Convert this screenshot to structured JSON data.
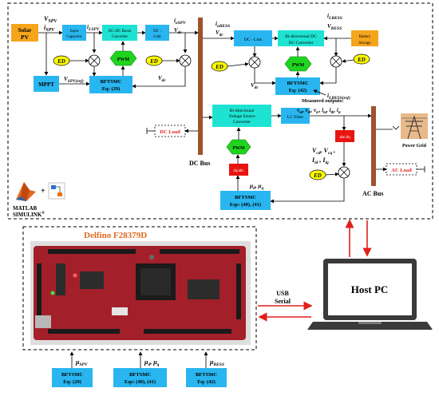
{
  "sources": {
    "solar": [
      "Solar",
      "PV"
    ],
    "mppt": "MPPT",
    "battery": [
      "Battery",
      "Storage"
    ],
    "grid": "Power Grid"
  },
  "blocks": {
    "input_cap": [
      "Input",
      "Capacitor"
    ],
    "dcdc_boost": [
      "DC-DC Boost",
      "Converter"
    ],
    "dclink_pv": [
      "DC -",
      "Link"
    ],
    "dclink_bess": "DC - Link",
    "bidir_dcdc": [
      "Bi-directional DC",
      "DC Converter"
    ],
    "vsc": [
      "Bi-directional",
      "Voltage Source",
      "Converter"
    ],
    "lc_filter": "LC Filter",
    "abc_dq": "abc/dq",
    "dq_abc": "dq/abc"
  },
  "controllers": {
    "pv": [
      "BFTSMC",
      "Eq: (29)"
    ],
    "bess": [
      "BFTSMC",
      "Eq: (42)"
    ],
    "grid": [
      "BFTSMC",
      "Eqs: (40), (41)"
    ]
  },
  "pwm": "PWM",
  "ed": "ED",
  "loads": {
    "dc": "DC Load",
    "ac": "AC Load"
  },
  "buses": {
    "dc": "DC Bus",
    "ac": "AC Bus"
  },
  "signals": {
    "vspv": "V",
    "vspv_sub": "SPV",
    "ispv": "i",
    "ispv_sub": "SPV",
    "ilspv": "i",
    "ilspv_sub": "LSPV",
    "iospv": "i",
    "iospv_sub": "oSPV",
    "vdc": "V",
    "vdc_sub": "dc",
    "vref": "V",
    "vref_sub": "SPV(ref)",
    "iobess": "i",
    "iobess_sub": "oBESS",
    "ilbess": "i",
    "ilbess_sub": "LBESS",
    "vbess": "V",
    "vbess_sub": "BESS",
    "ilbessref": "i",
    "ilbessref_sub": "LBESS(ref)",
    "measured": "Measured outputs:",
    "vcd_vcq": "V",
    "id_iq": "I",
    "mu_dq": "μ",
    "plus": "+"
  },
  "toolbox": {
    "line1": "MATLAB",
    "line2": "SIMULINK",
    "reg": "®",
    "plus": "+"
  },
  "board": {
    "title": "Delfino F28379D"
  },
  "link": {
    "line1": "USB",
    "line2": "Serial"
  },
  "host": {
    "label": "Host PC"
  },
  "bottom": [
    {
      "mu": "μ",
      "mu_sub": "SPV",
      "line1": "BFTSMC",
      "line2": "Eq: (29)"
    },
    {
      "mu": "μ",
      "mu_sub": "d",
      "line1": "BFTSMC",
      "line2": "Eqs: (40), (41)"
    },
    {
      "mu": "μ",
      "mu_sub": "BESS",
      "line1": "BFTSMC",
      "line2": "Eq: (42)"
    }
  ],
  "colors": {
    "block_blue": "#29b6f0",
    "block_teal": "#1ee3d2",
    "pwm_green": "#1fd41f",
    "ed_yellow": "#ffff00",
    "orange": "#f5a51c",
    "bus_brown": "#a0522d",
    "red_block": "#e8140f",
    "arrow_red": "#e0201b",
    "board_red": "#a3202a"
  }
}
